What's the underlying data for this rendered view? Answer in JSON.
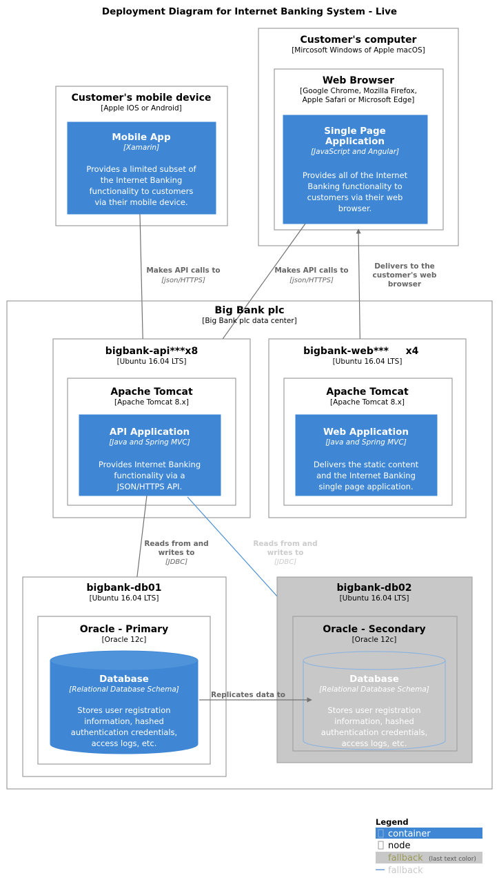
{
  "diagram": {
    "title": "Deployment Diagram for Internet Banking System - Live"
  },
  "nodes": {
    "mobile_device": {
      "title": "Customer's mobile device",
      "subtitle": "[Apple IOS or Android]"
    },
    "customer_computer": {
      "title": "Customer's computer",
      "subtitle": "[Mircosoft Windows of Apple macOS]"
    },
    "web_browser": {
      "title": "Web Browser",
      "subtitle_line1": "[Google Chrome, Mozilla Firefox,",
      "subtitle_line2": "Apple Safari or Microsoft Edge]"
    },
    "big_bank": {
      "title": "Big Bank plc",
      "subtitle": "[Big Bank plc data center]"
    },
    "bigbank_api": {
      "title": "bigbank-api***x8",
      "subtitle": "[Ubuntu 16.04 LTS]"
    },
    "bigbank_web": {
      "title": "bigbank-web***",
      "instances": "x4",
      "subtitle": "[Ubuntu 16.04 LTS]"
    },
    "tomcat_api": {
      "title": "Apache Tomcat",
      "subtitle": "[Apache Tomcat 8.x]"
    },
    "tomcat_web": {
      "title": "Apache Tomcat",
      "subtitle": "[Apache Tomcat 8.x]"
    },
    "bigbank_db01": {
      "title": "bigbank-db01",
      "subtitle": "[Ubuntu 16.04 LTS]"
    },
    "bigbank_db02": {
      "title": "bigbank-db02",
      "subtitle": "[Ubuntu 16.04 LTS]"
    },
    "oracle_primary": {
      "title": "Oracle - Primary",
      "subtitle": "[Oracle 12c]"
    },
    "oracle_secondary": {
      "title": "Oracle - Secondary",
      "subtitle": "[Oracle 12c]"
    }
  },
  "containers": {
    "mobile_app": {
      "title": "Mobile App",
      "tech": "[Xamarin]",
      "desc": [
        "Provides a limited subset of",
        "the Internet Banking",
        "functionality to customers",
        "via their mobile device."
      ]
    },
    "spa": {
      "title_line1": "Single Page",
      "title_line2": "Application",
      "tech": "[JavaScript and Angular]",
      "desc": [
        "Provides all of the Internet",
        "Banking functionality to",
        "customers via their web",
        "browser."
      ]
    },
    "api_application": {
      "title": "API Application",
      "tech": "[Java and Spring MVC]",
      "desc": [
        "Provides Internet Banking",
        "functionality via a",
        "JSON/HTTPS API."
      ]
    },
    "web_application": {
      "title": "Web Application",
      "tech": "[Java and Spring MVC]",
      "desc": [
        "Delivers the static content",
        "and the Internet Banking",
        "single page application."
      ]
    },
    "database_primary": {
      "title": "Database",
      "tech": "[Relational Database Schema]",
      "desc": [
        "Stores user registration",
        "information, hashed",
        "authentication credentials,",
        "access logs, etc."
      ]
    },
    "database_secondary": {
      "title": "Database",
      "tech": "[Relational Database Schema]",
      "desc": [
        "Stores user registration",
        "information, hashed",
        "authentication credentials,",
        "access logs, etc."
      ]
    }
  },
  "relationships": {
    "mobile_to_api": {
      "label": "Makes API calls to",
      "tech": "[json/HTTPS]"
    },
    "spa_to_api": {
      "label": "Makes API calls to",
      "tech": "[json/HTTPS]"
    },
    "web_to_browser": {
      "line1": "Delivers to the",
      "line2": "customer's web",
      "line3": "browser"
    },
    "api_to_db01": {
      "line1": "Reads from and",
      "line2": "writes to",
      "tech": "[JDBC]"
    },
    "api_to_db02": {
      "line1": "Reads from and",
      "line2": "writes to",
      "tech": "[JDBC]"
    },
    "db01_to_db02": {
      "label": "Replicates data to"
    }
  },
  "legend": {
    "title": "Legend",
    "items": [
      {
        "label": "container",
        "glyph": "missing-glyph-box",
        "note": ""
      },
      {
        "label": "node",
        "glyph": "missing-glyph-box",
        "note": ""
      },
      {
        "label": "fallback",
        "glyph": "",
        "note": "(last text color)"
      },
      {
        "label": "fallback",
        "glyph": "dash-line",
        "note": ""
      }
    ]
  },
  "colors": {
    "container_blue": "#3f87d4",
    "node_grey": "#c8c8c8",
    "line_grey": "#707070",
    "line_blue": "#4a8fd4",
    "fallback_olive": "#9a9a56",
    "fallback_grey": "#c9c9c9"
  }
}
